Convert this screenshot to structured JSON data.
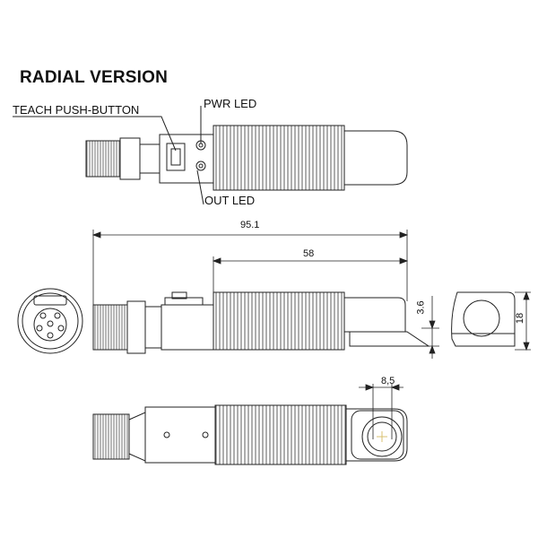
{
  "title": "RADIAL VERSION",
  "labels": {
    "teach_button": "TEACH PUSH-BUTTON",
    "pwr_led": "PWR LED",
    "out_led": "OUT LED"
  },
  "dimensions": {
    "overall_length": "95.1",
    "threaded_length": "58",
    "height": "18",
    "offset": "3.6",
    "lens_width": "8,5"
  },
  "colors": {
    "line": "#222222",
    "background": "#ffffff"
  }
}
